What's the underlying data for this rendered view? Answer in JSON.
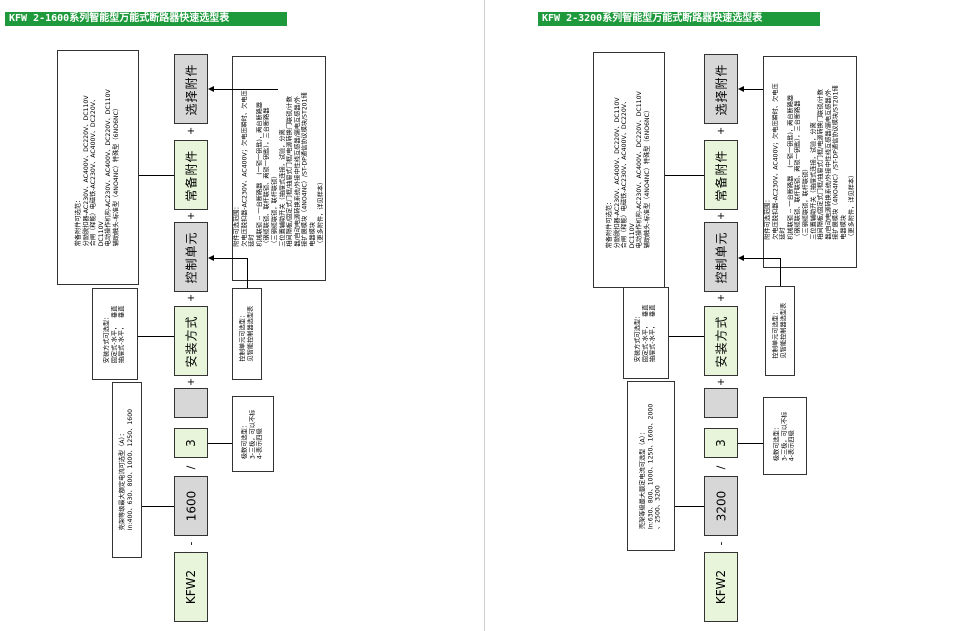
{
  "left": {
    "title": "KFW 2-1600系列智能型万能式断路器快速选型表",
    "blocks": {
      "select_attachment": "选择附件",
      "common_attachment": "常备附件",
      "control_unit": "控制单元",
      "installation": "安装方式",
      "poles": "3",
      "rated_current": "1600",
      "model": "KFW2"
    },
    "connectors": {
      "plus1": "+",
      "plus2": "+",
      "plus3": "+",
      "plus4": "+",
      "slash": "/",
      "dash": "-"
    },
    "notes": {
      "optional_attachments": "附件可选范围：\n欠电压脱扣器-AC230V、AC400V；欠电压瞬时、欠电压\n延时\n机械联锁 -- 一台断路器    (一锁一钥匙)，两台断路器\n（钢缆联锁、联杆联锁、两锁一钥匙），三台断路器\n（三钢缆联锁，联杆联锁）\n三位置辅助开关（抽屉式连接，试验，分离\n相间隔板/固定式门框/抽屉式门框/电源转换门联锁/计数\n器/自动电源转换系统/外接中性线互感器/漏电互感器/外\n接扩展模块（4NO4NC）/ST-DP通信协议模块/ST201储\n电器模块\n（更多附件，详见样本）",
      "common_attachments": "常备附件可选范：\n分励脱扣器-AC230V、AC400V、DC220V、DC110V\n合闸（释能）电磁铁-AC230V、AC400V、DC220V、\nDC110V\n电动操作机构-AC230V、AC400V、DC220V、DC110V\n辅助触头-标准型（4NO4NC）特殊型（6NO6NC）",
      "control_unit": "控制单元可选型：\n见智能控制器选型表",
      "installation": "安装方式可选型：\n固定式-水平，   垂直\n抽屉式-水平，   垂直",
      "poles": "极数可选型：\n3-三极，可以不标\n4-表示四级",
      "rated_current": "壳架等级最大额定电流可选型（A）：\nIn:400、630、800、1000、1250、1600"
    }
  },
  "right": {
    "title": "KFW 2-3200系列智能型万能式断路器快速选型表",
    "blocks": {
      "select_attachment": "选择附件",
      "common_attachment": "常备附件",
      "control_unit": "控制单元",
      "installation": "安装方式",
      "poles": "3",
      "rated_current": "3200",
      "model": "KFW2"
    },
    "connectors": {
      "plus1": "+",
      "plus2": "+",
      "plus3": "+",
      "plus4": "+",
      "slash": "/",
      "dash": "-"
    },
    "notes": {
      "optional_attachments": "附件可选范围：\n欠电压脱扣器-AC230V、AC400V；欠电压瞬时、欠电压\n延时\n机械联锁 -- 一台断路器    (一锁一钥匙)，两台断路器\n（钢缆联锁、联杆联锁、两锁一钥匙），三台断路器\n（三钢缆联锁，联杆联锁）\n三位置辅助开关（抽屉式连接，试验，分离\n相间隔板/固定式门框/抽屉式门框/电源转换门联锁/计数\n器/自动电源转换系统/外接中性线互感器/漏电互感器/外\n接扩展模块（4NO4NC）/ST-DP通信协议模块/ST201储\n电器模块\n（更多附件，详见样本）",
      "common_attachments": "常备附件可选范：\n分励脱扣器-AC230V、AC400V、DC220V、DC110V\n合闸（释能）电磁铁-AC230V、AC400V、DC220V、\nDC110V\n电动操作机构-AC230V、AC400V、DC220V、DC110V\n辅助触头-标准型（4NO4NC）特殊型（6NO6NC）",
      "control_unit": "控制单元可选型：\n见智能控制器选型表",
      "installation": "安装方式可选型：\n固定式-水平，   垂直\n抽屉式-水平，   垂直",
      "poles": "极数可选型：\n3-三极，可以不标\n4-表示四级",
      "rated_current": "壳架等级最大额定电流可选型（A）：\nIn:630、800、1000、1250、1600、2000\n、2500、3200"
    }
  },
  "colors": {
    "header_green": "#1e9a3c",
    "block_green": "#e8f5da",
    "block_gray": "#d7d7d7"
  }
}
